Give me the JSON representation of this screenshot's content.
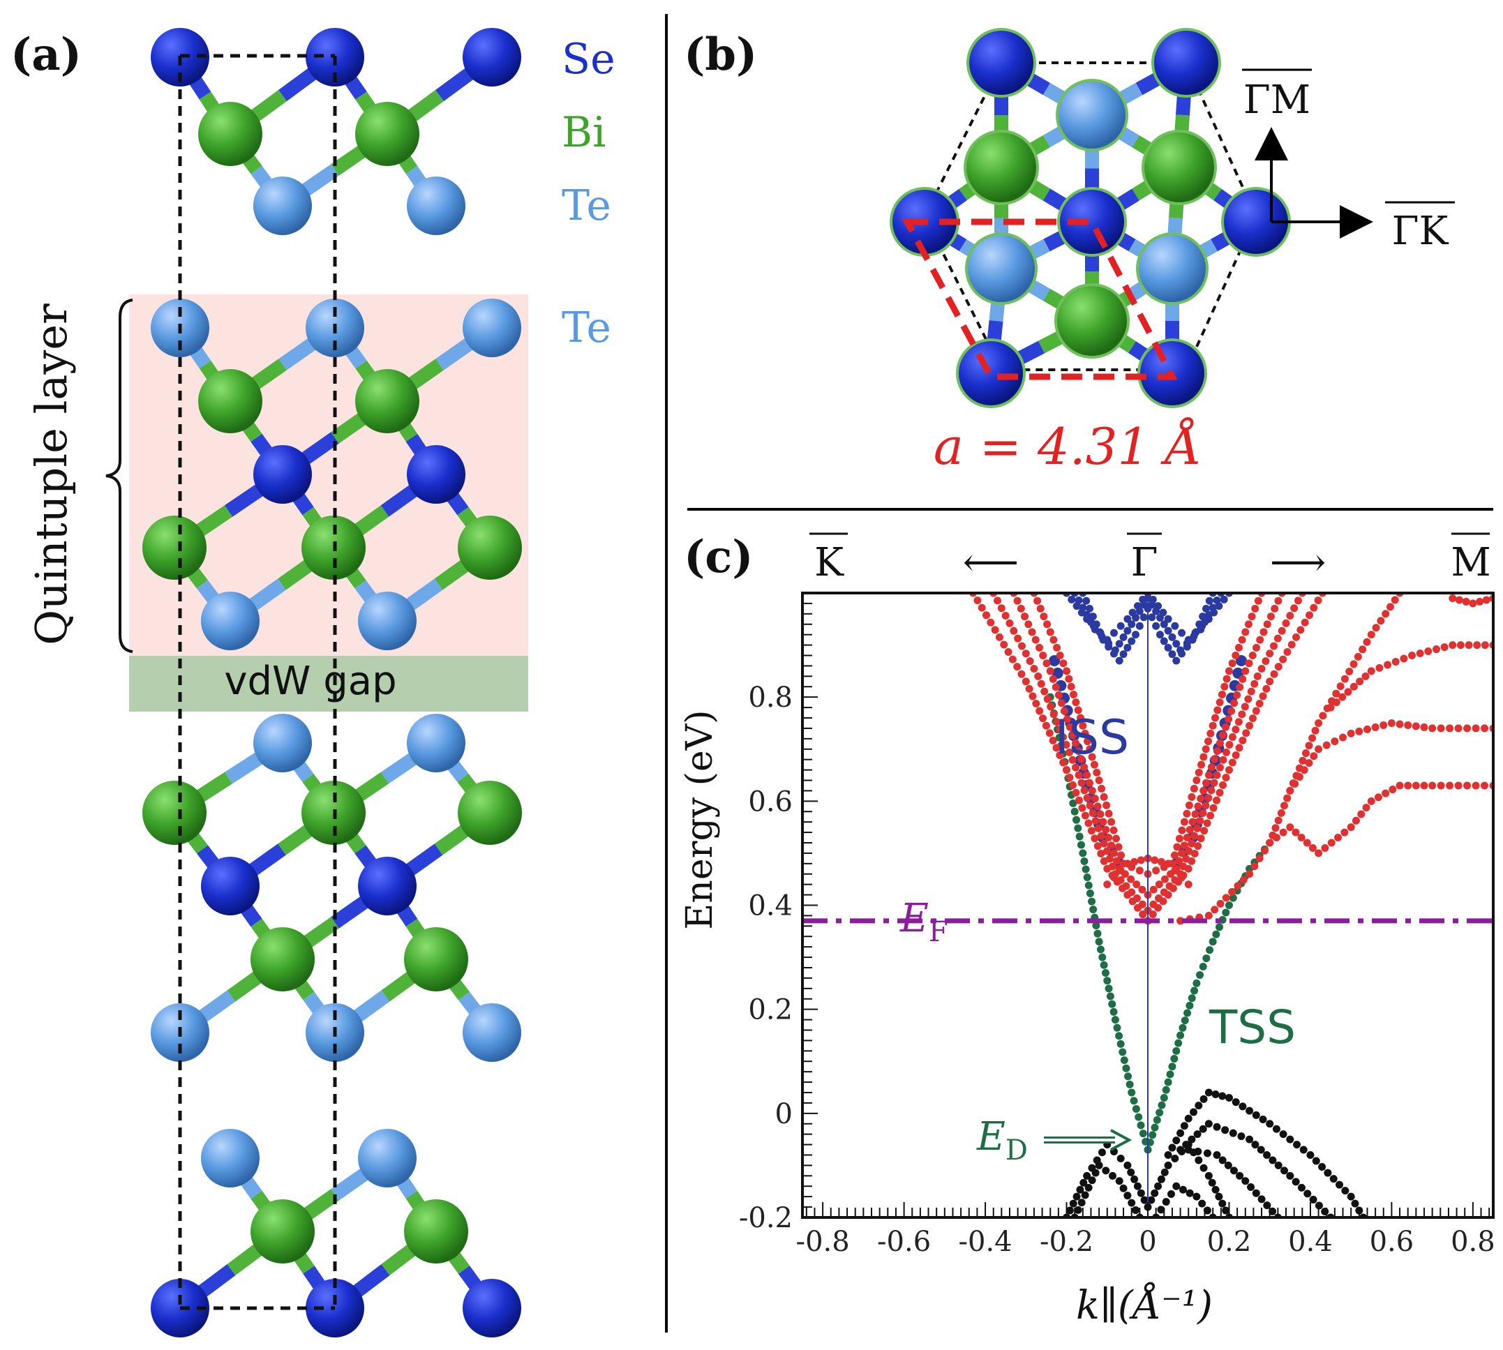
{
  "panel_a": {
    "label": "(a)",
    "legend": [
      {
        "name": "Se",
        "color": "#1a2fcc"
      },
      {
        "name": "Bi",
        "color": "#3ea32a"
      },
      {
        "name": "Te",
        "color": "#5a9ae0"
      }
    ],
    "te_label": "Te",
    "quintuple_label": "Quintuple layer",
    "vdw_label": "vdW gap"
  },
  "panel_b": {
    "label": "(b)",
    "direction_up": "ΓM",
    "direction_right": "ΓK",
    "lattice_constant": "a = 4.31 Å"
  },
  "panel_c": {
    "label": "(c)",
    "top_k": "K",
    "top_gamma": "Γ",
    "top_m": "M",
    "arrow_left": "⟵",
    "arrow_right": "⟶",
    "ef_label": "E",
    "ef_sub": "F",
    "ed_label": "E",
    "ed_sub": "D",
    "iss_label": "ISS",
    "tss_label": "TSS"
  },
  "chart_data": {
    "type": "scatter",
    "xlabel": "k∥(Å⁻¹)",
    "ylabel": "Energy (eV)",
    "xlim": [
      -0.85,
      0.85
    ],
    "ylim": [
      -0.2,
      1.0
    ],
    "xticks": [
      "-0.8",
      "-0.6",
      "-0.4",
      "-0.2",
      "0",
      "0.2",
      "0.4",
      "0.6",
      "0.8"
    ],
    "yticks": [
      "-0.2",
      "0",
      "0.2",
      "0.4",
      "0.6",
      "0.8"
    ],
    "fermi_level": 0.37,
    "dirac_point": -0.07,
    "series": [
      {
        "color": "#1d6e45",
        "points": [
          [
            0,
            -0.07
          ],
          [
            0.04,
            0.03
          ],
          [
            0.08,
            0.15
          ],
          [
            0.12,
            0.25
          ],
          [
            0.16,
            0.33
          ],
          [
            0.2,
            0.4
          ],
          [
            0.25,
            0.47
          ],
          [
            0.3,
            0.52
          ]
        ]
      },
      {
        "color": "#1d6e45",
        "points": [
          [
            0,
            -0.07
          ],
          [
            -0.04,
            0.04
          ],
          [
            -0.08,
            0.18
          ],
          [
            -0.12,
            0.33
          ],
          [
            -0.16,
            0.5
          ],
          [
            -0.2,
            0.66
          ],
          [
            -0.24,
            0.8
          ]
        ]
      },
      {
        "color": "#2b3aa0",
        "points": [
          [
            -0.23,
            0.87
          ],
          [
            -0.19,
            0.75
          ],
          [
            -0.15,
            0.63
          ],
          [
            -0.11,
            0.53
          ],
          [
            -0.07,
            0.48
          ]
        ]
      },
      {
        "color": "#2b3aa0",
        "points": [
          [
            0.07,
            0.48
          ],
          [
            0.11,
            0.53
          ],
          [
            0.15,
            0.63
          ],
          [
            0.19,
            0.75
          ],
          [
            0.23,
            0.87
          ]
        ]
      },
      {
        "color": "#2b3aa0",
        "points": [
          [
            -0.2,
            1.0
          ],
          [
            -0.15,
            0.95
          ],
          [
            -0.1,
            0.91
          ],
          [
            -0.05,
            0.95
          ],
          [
            0,
            1.0
          ],
          [
            0.05,
            0.95
          ],
          [
            0.1,
            0.91
          ],
          [
            0.15,
            0.95
          ],
          [
            0.2,
            1.0
          ]
        ]
      },
      {
        "color": "#2b3aa0",
        "points": [
          [
            -0.18,
            1.0
          ],
          [
            -0.13,
            0.93
          ],
          [
            -0.08,
            0.89
          ],
          [
            -0.04,
            0.94
          ],
          [
            0,
            0.99
          ],
          [
            0.04,
            0.94
          ],
          [
            0.08,
            0.89
          ],
          [
            0.13,
            0.93
          ],
          [
            0.18,
            1.0
          ]
        ]
      },
      {
        "color": "#2b3aa0",
        "points": [
          [
            -0.16,
            1.0
          ],
          [
            -0.11,
            0.91
          ],
          [
            -0.07,
            0.87
          ],
          [
            -0.03,
            0.92
          ],
          [
            0,
            0.97
          ],
          [
            0.03,
            0.92
          ],
          [
            0.07,
            0.87
          ],
          [
            0.11,
            0.91
          ],
          [
            0.16,
            1.0
          ]
        ]
      },
      {
        "color": "#e03030",
        "points": [
          [
            -0.43,
            1.0
          ],
          [
            -0.3,
            0.83
          ],
          [
            -0.2,
            0.66
          ],
          [
            -0.1,
            0.47
          ],
          [
            0,
            0.37
          ],
          [
            0.1,
            0.47
          ],
          [
            0.2,
            0.66
          ],
          [
            0.3,
            0.83
          ],
          [
            0.43,
            1.0
          ]
        ]
      },
      {
        "color": "#e03030",
        "points": [
          [
            -0.38,
            1.0
          ],
          [
            -0.27,
            0.84
          ],
          [
            -0.17,
            0.65
          ],
          [
            -0.08,
            0.46
          ],
          [
            0,
            0.39
          ],
          [
            0.08,
            0.46
          ],
          [
            0.17,
            0.65
          ],
          [
            0.27,
            0.84
          ],
          [
            0.38,
            1.0
          ]
        ]
      },
      {
        "color": "#e03030",
        "points": [
          [
            -0.33,
            1.0
          ],
          [
            -0.24,
            0.85
          ],
          [
            -0.15,
            0.65
          ],
          [
            -0.07,
            0.47
          ],
          [
            0,
            0.42
          ],
          [
            0.07,
            0.47
          ],
          [
            0.15,
            0.65
          ],
          [
            0.24,
            0.85
          ],
          [
            0.33,
            1.0
          ]
        ]
      },
      {
        "color": "#e03030",
        "points": [
          [
            -0.28,
            1.0
          ],
          [
            -0.2,
            0.85
          ],
          [
            -0.12,
            0.64
          ],
          [
            -0.06,
            0.48
          ],
          [
            0,
            0.46
          ],
          [
            0.06,
            0.48
          ],
          [
            0.12,
            0.64
          ],
          [
            0.2,
            0.85
          ],
          [
            0.28,
            1.0
          ]
        ]
      },
      {
        "color": "#e03030",
        "points": [
          [
            -0.1,
            0.44
          ],
          [
            -0.05,
            0.48
          ],
          [
            0,
            0.49
          ],
          [
            0.05,
            0.48
          ],
          [
            0.1,
            0.44
          ]
        ]
      },
      {
        "color": "#e03030",
        "points": [
          [
            0.08,
            0.37
          ],
          [
            0.15,
            0.38
          ],
          [
            0.25,
            0.46
          ],
          [
            0.3,
            0.52
          ],
          [
            0.35,
            0.62
          ],
          [
            0.42,
            0.75
          ],
          [
            0.55,
            0.92
          ],
          [
            0.62,
            1.0
          ]
        ]
      },
      {
        "color": "#e03030",
        "points": [
          [
            0.3,
            0.52
          ],
          [
            0.35,
            0.55
          ],
          [
            0.42,
            0.5
          ],
          [
            0.5,
            0.55
          ],
          [
            0.55,
            0.6
          ],
          [
            0.62,
            0.63
          ],
          [
            0.7,
            0.63
          ],
          [
            0.85,
            0.63
          ]
        ]
      },
      {
        "color": "#e03030",
        "points": [
          [
            0.35,
            0.62
          ],
          [
            0.42,
            0.7
          ],
          [
            0.5,
            0.73
          ],
          [
            0.6,
            0.75
          ],
          [
            0.7,
            0.74
          ],
          [
            0.85,
            0.74
          ]
        ]
      },
      {
        "color": "#e03030",
        "points": [
          [
            0.45,
            0.78
          ],
          [
            0.55,
            0.85
          ],
          [
            0.65,
            0.88
          ],
          [
            0.75,
            0.9
          ],
          [
            0.85,
            0.9
          ]
        ]
      },
      {
        "color": "#e03030",
        "points": [
          [
            0.75,
            0.99
          ],
          [
            0.8,
            0.98
          ],
          [
            0.85,
            0.99
          ]
        ]
      },
      {
        "color": "#111111",
        "points": [
          [
            0.05,
            -0.08
          ],
          [
            0.1,
            -0.01
          ],
          [
            0.15,
            0.04
          ],
          [
            0.2,
            0.03
          ],
          [
            0.3,
            -0.02
          ],
          [
            0.4,
            -0.08
          ],
          [
            0.5,
            -0.16
          ],
          [
            0.53,
            -0.2
          ]
        ]
      },
      {
        "color": "#111111",
        "points": [
          [
            0.08,
            -0.07
          ],
          [
            0.15,
            -0.02
          ],
          [
            0.25,
            -0.05
          ],
          [
            0.35,
            -0.12
          ],
          [
            0.45,
            -0.2
          ]
        ]
      },
      {
        "color": "#111111",
        "points": [
          [
            0.1,
            -0.07
          ],
          [
            0.17,
            -0.08
          ],
          [
            0.24,
            -0.13
          ],
          [
            0.32,
            -0.2
          ]
        ]
      },
      {
        "color": "#111111",
        "points": [
          [
            -0.2,
            -0.2
          ],
          [
            -0.15,
            -0.12
          ],
          [
            -0.1,
            -0.06
          ],
          [
            -0.05,
            -0.1
          ],
          [
            0,
            -0.18
          ],
          [
            0.05,
            -0.1
          ],
          [
            0.1,
            -0.06
          ],
          [
            0.15,
            -0.12
          ],
          [
            0.2,
            -0.2
          ]
        ]
      },
      {
        "color": "#111111",
        "points": [
          [
            -0.18,
            -0.2
          ],
          [
            -0.12,
            -0.1
          ],
          [
            -0.07,
            -0.13
          ],
          [
            -0.02,
            -0.2
          ]
        ]
      },
      {
        "color": "#111111",
        "points": [
          [
            0.02,
            -0.2
          ],
          [
            0.07,
            -0.14
          ],
          [
            0.12,
            -0.16
          ],
          [
            0.16,
            -0.2
          ]
        ]
      }
    ]
  }
}
